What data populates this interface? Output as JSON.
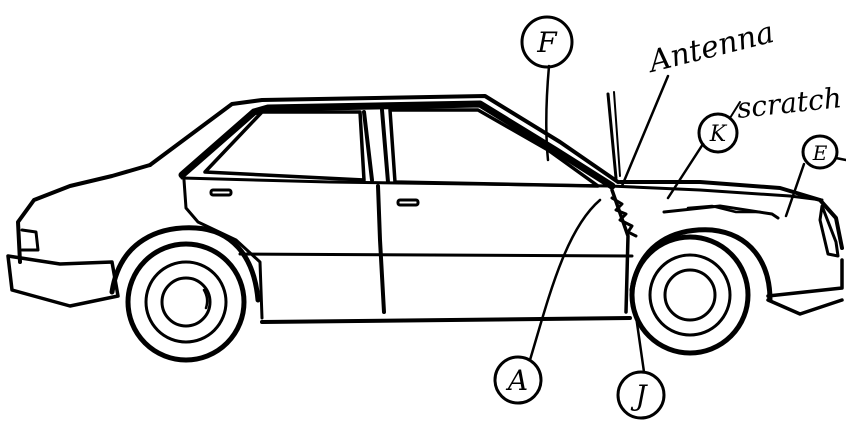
{
  "colors": {
    "ink": "#000000",
    "background": "#ffffff"
  },
  "callouts": {
    "F": "F",
    "K": "K",
    "E": "E",
    "A": "A",
    "J": "J"
  },
  "notes": {
    "antenna": "Antenna",
    "scratch": "scratch"
  }
}
